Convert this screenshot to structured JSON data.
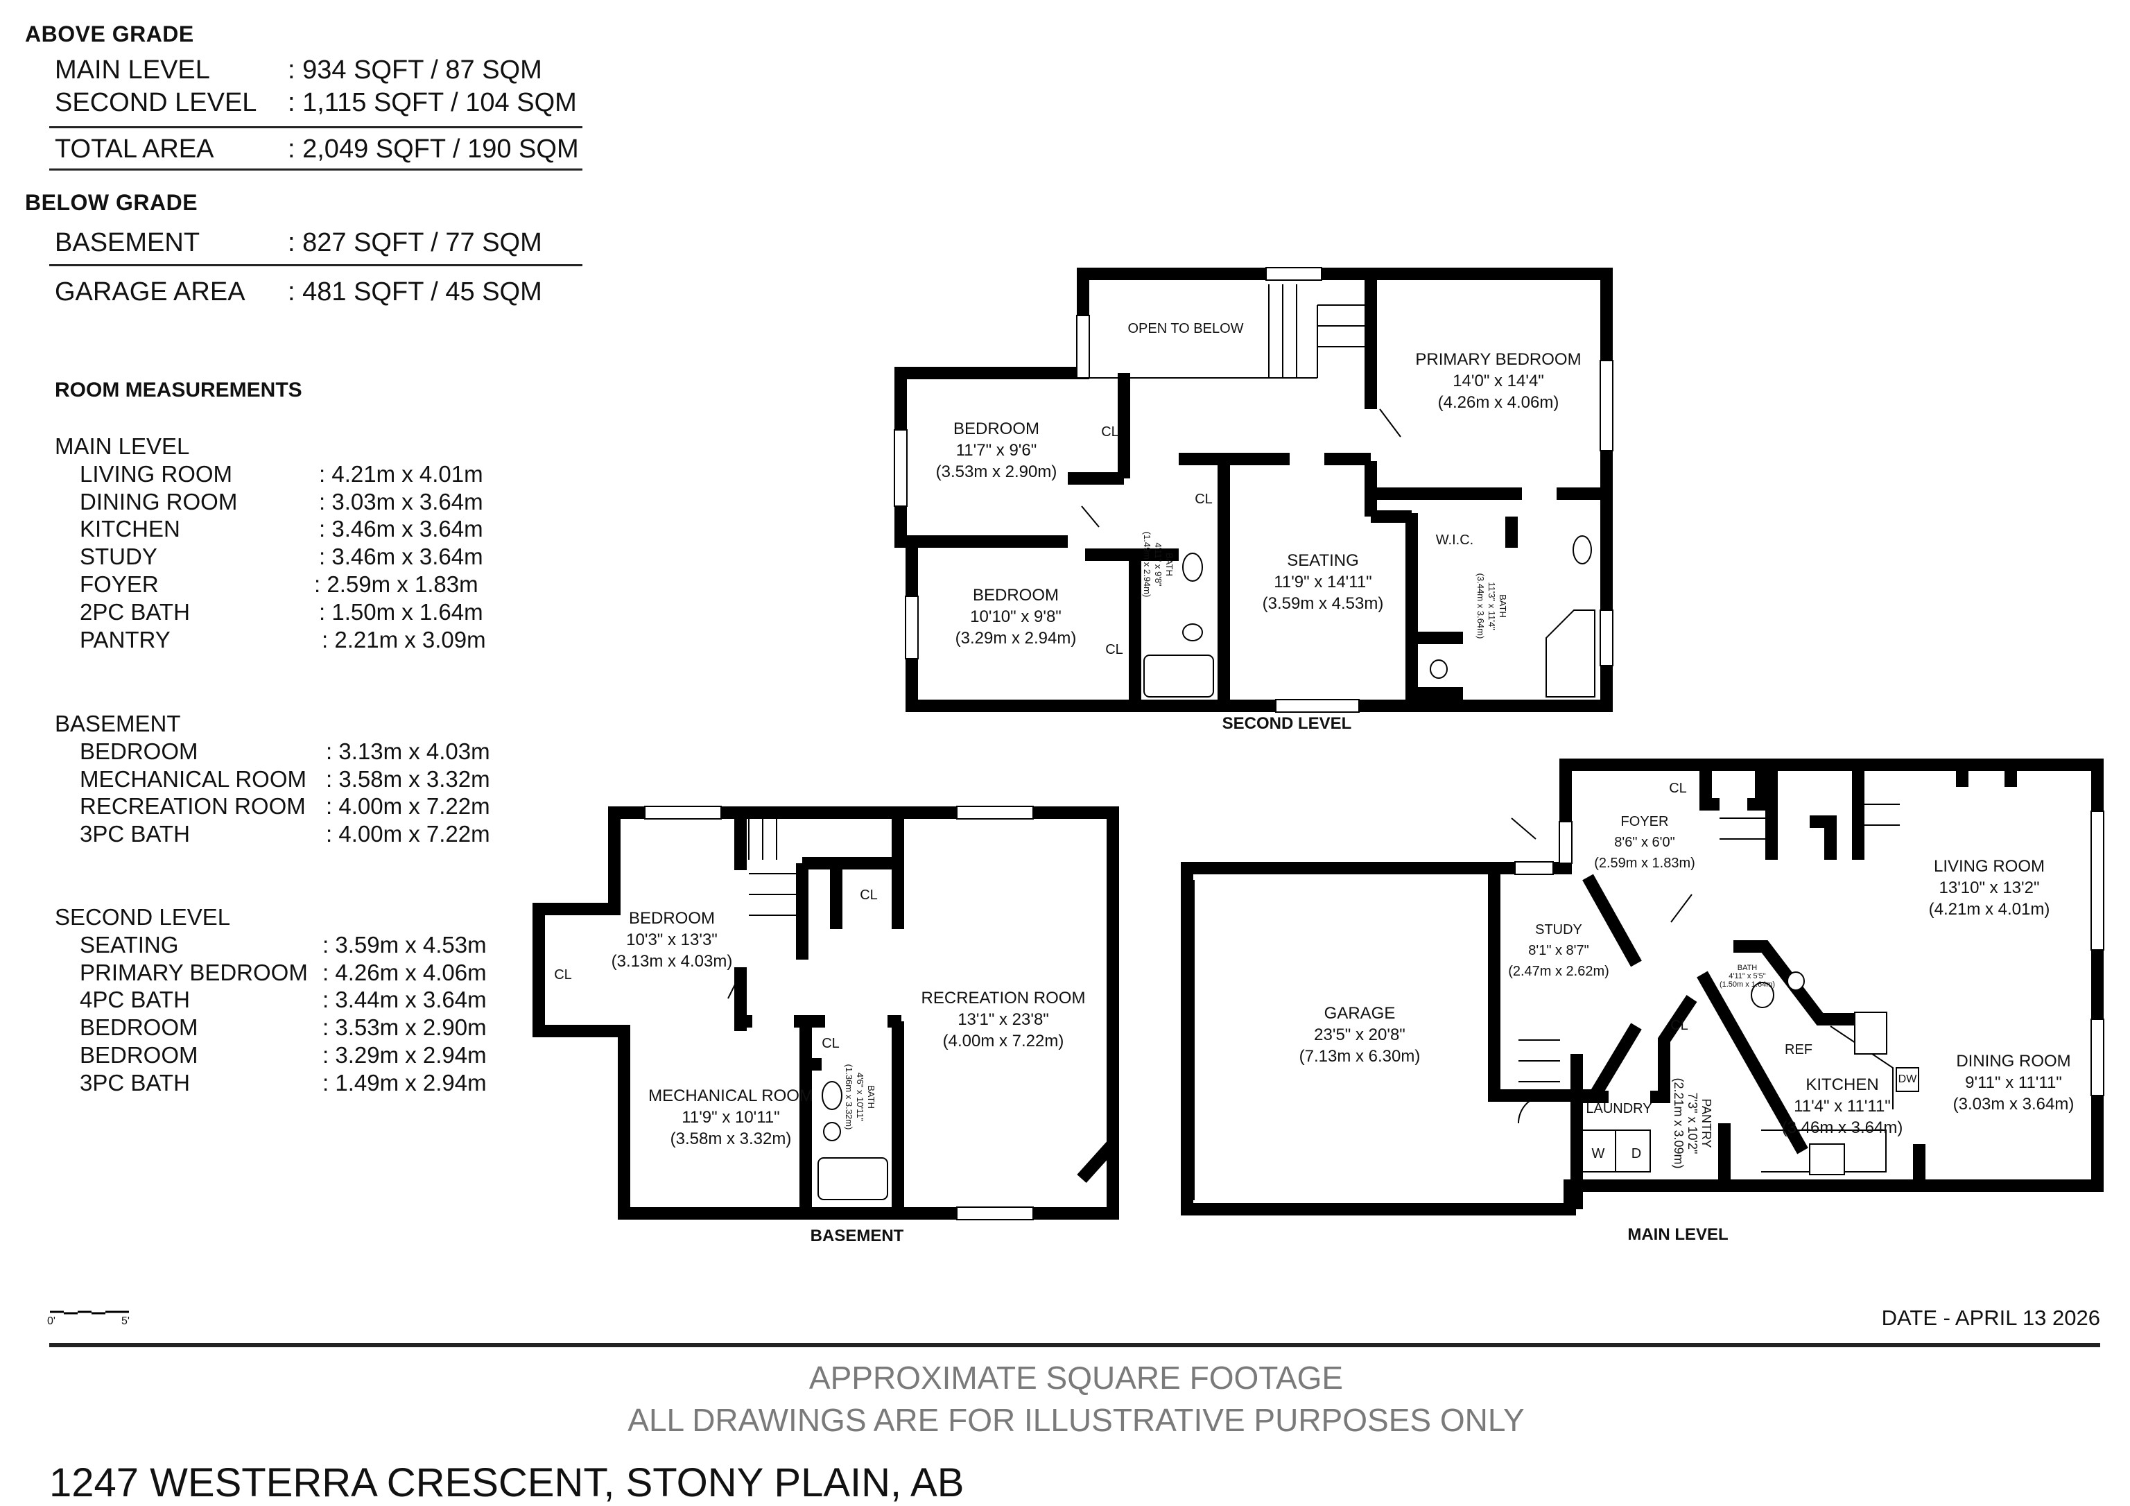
{
  "summary": {
    "above_grade": {
      "title": "ABOVE GRADE",
      "rows": [
        {
          "label": "MAIN LEVEL",
          "value": ": 934 SQFT / 87 SQM"
        },
        {
          "label": "SECOND LEVEL",
          "value": ": 1,115 SQFT / 104 SQM"
        },
        {
          "label": "TOTAL AREA",
          "value": ": 2,049 SQFT / 190 SQM"
        }
      ]
    },
    "below_grade": {
      "title": "BELOW GRADE",
      "rows": [
        {
          "label": "BASEMENT",
          "value": ": 827 SQFT / 77 SQM"
        },
        {
          "label": "GARAGE AREA",
          "value": ": 481 SQFT / 45 SQM"
        }
      ]
    }
  },
  "room_measurements": {
    "title": "ROOM MEASUREMENTS",
    "groups": [
      {
        "title": "MAIN LEVEL",
        "items": [
          {
            "name": "LIVING ROOM",
            "value": ": 4.21m x 4.01m"
          },
          {
            "name": "DINING ROOM",
            "value": ": 3.03m x 3.64m"
          },
          {
            "name": "KITCHEN",
            "value": ": 3.46m x 3.64m"
          },
          {
            "name": "STUDY",
            "value": ": 3.46m x 3.64m"
          },
          {
            "name": "FOYER",
            "value": ": 2.59m x 1.83m"
          },
          {
            "name": "2PC BATH",
            "value": ": 1.50m x 1.64m"
          },
          {
            "name": "PANTRY",
            "value": ": 2.21m x 3.09m"
          }
        ]
      },
      {
        "title": "BASEMENT",
        "items": [
          {
            "name": "BEDROOM",
            "value": ": 3.13m x 4.03m"
          },
          {
            "name": "MECHANICAL ROOM",
            "value": ": 3.58m x 3.32m"
          },
          {
            "name": "RECREATION ROOM",
            "value": ": 4.00m x 7.22m"
          },
          {
            "name": "3PC BATH",
            "value": ": 4.00m x 7.22m"
          }
        ]
      },
      {
        "title": "SECOND LEVEL",
        "items": [
          {
            "name": "SEATING",
            "value": ": 3.59m x 4.53m"
          },
          {
            "name": "PRIMARY BEDROOM",
            "value": ": 4.26m x 4.06m"
          },
          {
            "name": "4PC BATH",
            "value": ": 3.44m x 3.64m"
          },
          {
            "name": "BEDROOM",
            "value": ": 3.53m x 2.90m"
          },
          {
            "name": "BEDROOM",
            "value": ": 3.29m x 2.94m"
          },
          {
            "name": "3PC BATH",
            "value": ": 1.49m x 2.94m"
          }
        ]
      }
    ]
  },
  "plans": {
    "second_level": {
      "title": "SECOND LEVEL",
      "open_to_below": "OPEN TO BELOW",
      "primary_bedroom": {
        "name": "PRIMARY BEDROOM",
        "imperial": "14'0\" x 14'4\"",
        "metric": "(4.26m x 4.06m)"
      },
      "bedroom1": {
        "name": "BEDROOM",
        "imperial": "11'7\" x 9'6\"",
        "metric": "(3.53m x 2.90m)"
      },
      "bedroom2": {
        "name": "BEDROOM",
        "imperial": "10'10\" x 9'8\"",
        "metric": "(3.29m x 2.94m)"
      },
      "seating": {
        "name": "SEATING",
        "imperial": "11'9\" x 14'11\"",
        "metric": "(3.59m x 4.53m)"
      },
      "bath": {
        "name": "BATH",
        "imperial": "4'11\" x 9'8\"",
        "metric": "(1.49m x 2.94m)"
      },
      "primary_bath": {
        "name": "BATH",
        "imperial": "11'3\" x 11'4\"",
        "metric": "(3.44m x 3.64m)"
      },
      "wic": "W.I.C.",
      "closet": "CL"
    },
    "basement": {
      "title": "BASEMENT",
      "bedroom": {
        "name": "BEDROOM",
        "imperial": "10'3\" x 13'3\"",
        "metric": "(3.13m x 4.03m)"
      },
      "recreation": {
        "name": "RECREATION ROOM",
        "imperial": "13'1\" x 23'8\"",
        "metric": "(4.00m x 7.22m)"
      },
      "mechanical": {
        "name": "MECHANICAL ROOM",
        "imperial": "11'9\" x 10'11\"",
        "metric": "(3.58m x 3.32m)"
      },
      "bath": {
        "name": "BATH",
        "imperial": "4'6\" x 10'11\"",
        "metric": "(1.36m x 3.32m)"
      },
      "closet": "CL"
    },
    "main_level": {
      "title": "MAIN LEVEL",
      "foyer": {
        "name": "FOYER",
        "imperial": "8'6\" x 6'0\"",
        "metric": "(2.59m x 1.83m)"
      },
      "living": {
        "name": "LIVING ROOM",
        "imperial": "13'10\" x 13'2\"",
        "metric": "(4.21m x 4.01m)"
      },
      "study": {
        "name": "STUDY",
        "imperial": "8'1\" x 8'7\"",
        "metric": "(2.47m x 2.62m)"
      },
      "garage": {
        "name": "GARAGE",
        "imperial": "23'5\" x 20'8\"",
        "metric": "(7.13m x 6.30m)"
      },
      "bath": {
        "name": "BATH",
        "imperial": "4'11\" x 5'5\"",
        "metric": "(1.50m x 1.64m)"
      },
      "kitchen": {
        "name": "KITCHEN",
        "imperial": "11'4\" x 11'11\"",
        "metric": "(3.46m x 3.64m)"
      },
      "dining": {
        "name": "DINING ROOM",
        "imperial": "9'11\" x 11'11\"",
        "metric": "(3.03m x 3.64m)"
      },
      "pantry": {
        "name": "PANTRY",
        "imperial": "7'3\" x 10'2\"",
        "metric": "(2.21m x 3.09m)"
      },
      "laundry": "LAUNDRY",
      "ref": "REF",
      "dw": "DW",
      "washer": "W",
      "dryer": "D",
      "closet": "CL"
    }
  },
  "footer": {
    "scale_start": "0'",
    "scale_end": "5'",
    "date": "DATE - APRIL 13 2026",
    "disclaimer_1": "APPROXIMATE SQUARE FOOTAGE",
    "disclaimer_2": "ALL DRAWINGS ARE FOR ILLUSTRATIVE PURPOSES ONLY",
    "address": "1247 WESTERRA CRESCENT, STONY PLAIN, AB"
  },
  "colors": {
    "wall": "#000000",
    "text": "#111111",
    "disclaimer": "#7a7a7a"
  }
}
